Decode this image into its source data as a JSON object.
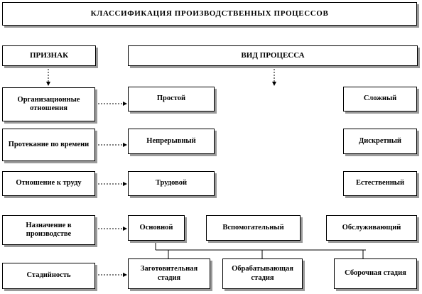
{
  "title": "КЛАССИФИКАЦИЯ  ПРОИЗВОДСТВЕННЫХ  ПРОЦЕССОВ",
  "headers": {
    "criterion": "ПРИЗНАК",
    "process_type": "ВИД ПРОЦЕССА"
  },
  "criteria": [
    "Организационные отношения",
    "Протекание по времени",
    "Отношение к труду",
    "Назначение в производстве",
    "Стадийность"
  ],
  "types": {
    "organizational": [
      "Простой",
      "Сложный"
    ],
    "time": [
      "Непрерывный",
      "Дискретный"
    ],
    "labor": [
      "Трудовой",
      "Естественный"
    ],
    "purpose": [
      "Основной",
      "Вспомогательный",
      "Обслуживающий"
    ],
    "stages": [
      "Заготовительная стадия",
      "Обрабатывающая стадия",
      "Сборочная стадия"
    ]
  },
  "colors": {
    "border": "#000000",
    "shadow": "#9a9a9a",
    "background": "#ffffff"
  }
}
